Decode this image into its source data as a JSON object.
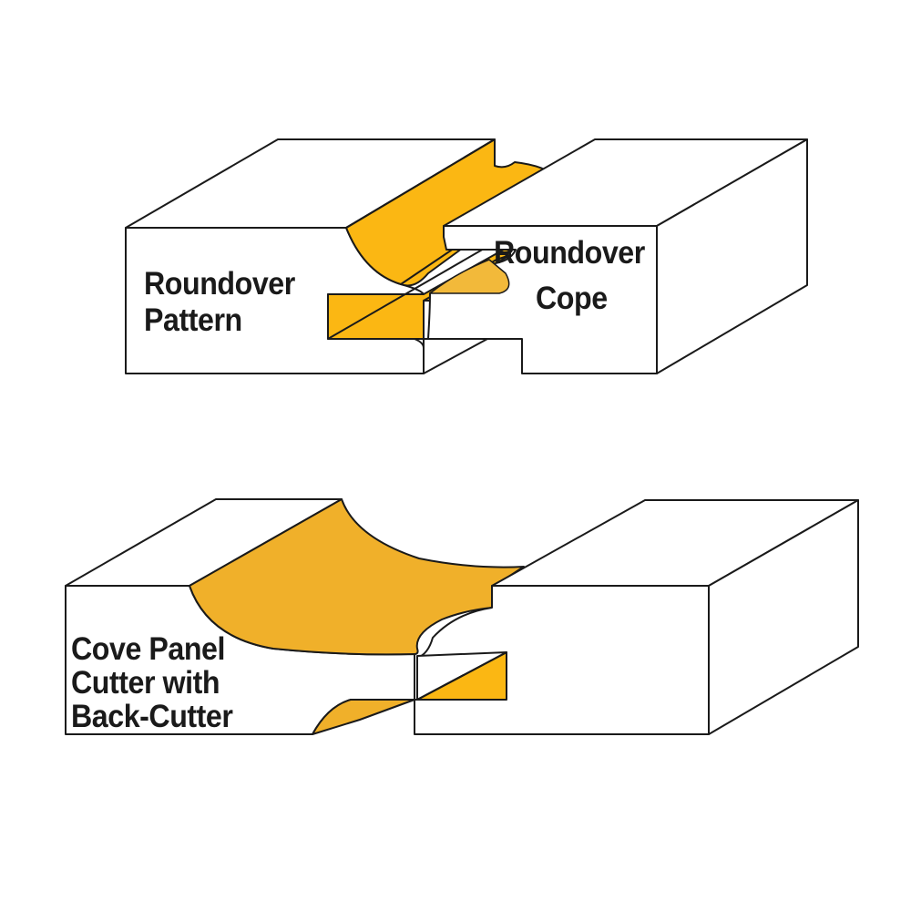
{
  "colors": {
    "cut_orange": "#fbb713",
    "cove_orange": "#f0b02a",
    "outline": "#1a1a1a",
    "wood_face": "#ffffff"
  },
  "top_illustration": {
    "left_label": [
      "Roundover",
      "Pattern"
    ],
    "right_label": [
      "Roundover",
      "Cope"
    ]
  },
  "bottom_illustration": {
    "left_label": [
      "Cove Panel",
      "Cutter with",
      "Back-Cutter"
    ]
  }
}
